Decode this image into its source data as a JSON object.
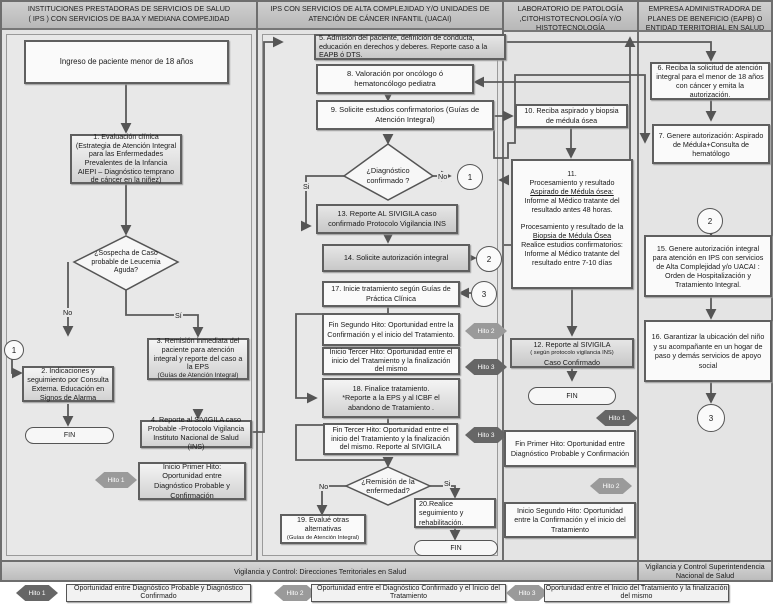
{
  "lanes": [
    {
      "id": "ips-baja",
      "title_line1": "INSTITUCIONES PRESTADORAS DE SERVICIOS DE SALUD",
      "title_line2": "( IPS ) CON SERVICIOS DE BAJA Y MEDIANA COMPEJIDAD"
    },
    {
      "id": "ips-alta",
      "title_line1": "IPS  CON SERVICIOS DE ALTA COMPLEJIDAD Y/O UNIDADES DE",
      "title_line2": "ATENCIÓN DE CÁNCER INFANTIL (UACAI)"
    },
    {
      "id": "laboratorio",
      "title_line1": "LABORATORIO DE PATOLOGÍA",
      "title_line2": ",CITOHISTOTECNOLOGÍA Y/O",
      "title_line3": "HISTOTECNOLOGÍA"
    },
    {
      "id": "eapb",
      "title_line1": "EMPRESA ADMINISTRADORA DE",
      "title_line2": "PLANES DE BENEFICIO (EAPB) O",
      "title_line3": "ENTIDAD TERRITORIAL EN SALUD"
    }
  ],
  "steps": {
    "ingreso": "Ingreso de paciente menor de 18 años",
    "s1_title": "1. Evaluación clínica",
    "s1_body": "(Estrategia de Atención Integral para las Enfermedades Prevalentes de la Infancia  AIEPI – Diagnóstico temprano de cáncer en la niñez)",
    "d1": "¿Sospecha de Caso probable de Leucemia Aguda?",
    "s2": "2. Indicaciones y seguimiento por Consulta Externa. Educación en Signos de Alarma",
    "s3": "3. Remisión inmediata del paciente para atención integral y reporte del caso a la EPS",
    "s3_sub": "(Guías de Atención Integral)",
    "s4": "4. Reporte al SIVIGILA caso Probable -Protocolo Vigilancia Instituto Nacional de Salud (INS)",
    "inicio_hito1": "Inicio Primer Hito: Oportunidad entre Diagnóstico Probable y Confirmación",
    "s5": "5.  Admisión del paciente, definición de conducta, educación en derechos y deberes.  Reporte caso  a la EAPB ó DTS.",
    "s6": "6. Reciba la solicitud de atención integral para el menor de 18 años con cáncer y emita la autorización.",
    "s7": "7. Genere  autorización: Aspirado de Médula+Consulta de hematólogo",
    "s8": "8. Valoración por oncólogo ó hematoncólogo pediatra",
    "s9": "9. Solicite estudios confirmatorios (Guías de Atención Integral)",
    "s10": "10. Reciba aspirado y biopsia de médula ósea",
    "s11_num": "11.",
    "s11_a": "Procesamiento  y resultado",
    "s11_a_u": "Aspirado de Médula ósea:",
    "s11_a2": "Informe al Médico tratante del resultado antes 48 horas.",
    "s11_b": "Procesamiento  y resultado de la",
    "s11_b_u": "Biopsia de Médula  Ósea",
    "s11_b2": "Realice estudios confirmatorios: Informe al Médico tratante del resultado entre  7-10  días",
    "d2": "¿Diagnóstico confirmado ?",
    "s12_title": "12. Reporte al SIVIGILA",
    "s12_sub": "( según protocolo vigilancia INS)",
    "s12_tail": "Caso Confirmado",
    "s13": "13. Reporte AL SIVIGILA  caso confirmado Protocolo Vigilancia INS",
    "s14": "14. Solicite autorización integral",
    "s15": "15. Genere autorización integral para atención en  IPS con servicios de Alta Complejidad y/o UACAI  : Orden de Hospitalización y Tratamiento Integral.",
    "s16": "16. Garantizar la ubicación del niño y su acompañante en un hogar de paso y demás servicios de apoyo social",
    "s17": "17. Inicie tratamiento según  Guías de Práctica Clínica",
    "fin_hito2": "Fin Segundo  Hito: Oportunidad entre la Confirmación y el inicio del Tratamiento.",
    "inicio_hito3": "Inicio Tercer  Hito: Oportunidad entre el inicio del Tratamiento  y la finalización del mismo",
    "s18": "18. Finalice tratamiento.",
    "s18_b": "*Reporte a la EPS y al ICBF el abandono de Tratamiento .",
    "fin_hito3": "Fin Tercer  Hito: Oportunidad entre  el inicio del Tratamiento  y la finalización del mismo. Reporte al SIVIGILA",
    "d3": "¿Remisión de la enfermedad?",
    "s19": "19. Evalué otras alternativas",
    "s19_sub": "(Guías de Atención Integral)",
    "s20": "20.Realice seguimiento y rehabilitación.",
    "fin_hito1": "Fin Primer Hito: Oportunidad entre Diagnóstico Probable y Confirmación",
    "inicio_hito2": "Inicio Segundo  Hito: Oportunidad entre la Confirmación  y el inicio del Tratamiento",
    "fin": "FIN"
  },
  "labels": {
    "no": "No",
    "si": "Sí",
    "si_plain": "Si"
  },
  "connectors": {
    "c1": "1",
    "c2": "2",
    "c3": "3"
  },
  "hitos": {
    "h1": "Hito 1",
    "h2": "Hito  2",
    "h3": "Hito 3"
  },
  "bottom": {
    "vigilancia_dt": "Vigilancia y Control: Direcciones Territoriales en Salud",
    "vigilancia_sns": "Vigilancia y Control Superintendencia Nacional de Salud"
  },
  "legend": [
    {
      "hito": "Hito 1",
      "text": "Oportunidad entre Diagnóstico Probable y Diagnóstico Confirmado"
    },
    {
      "hito": "Hito  2",
      "text": "Oportunidad entre el Diagnóstico Confirmado y el Inicio del Tratamiento"
    },
    {
      "hito": "Hito 3",
      "text": "Oportunidad entre el Inicio del Tratamiento y la finalización del mismo"
    }
  ],
  "colors": {
    "lane_bg": "#e4e4e4",
    "header_bg": "#c4c4c4",
    "border": "#5f5f5f",
    "hito_dark": "#666666",
    "hito_light": "#9a9a9a"
  }
}
